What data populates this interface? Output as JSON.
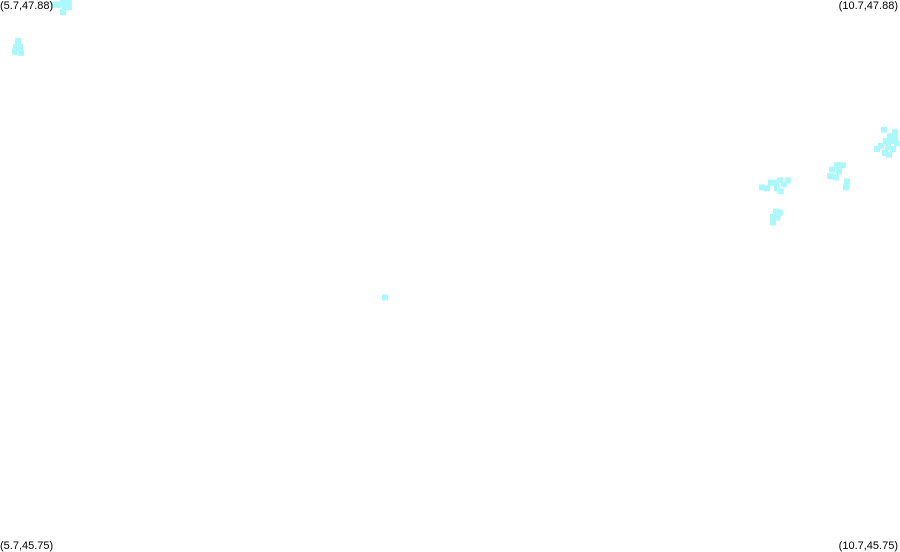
{
  "map": {
    "marker_color": "#aaf8fc",
    "corners": {
      "top_left": "(5.7,47.88)",
      "top_right": "(10.7,47.88)",
      "bottom_left": "(5.7,45.75)",
      "bottom_right": "(10.7,45.75)"
    },
    "bounds": {
      "lon_min": 5.7,
      "lon_max": 10.7,
      "lat_min": 45.75,
      "lat_max": 47.88
    },
    "points": [
      [
        6.028,
        47.862
      ],
      [
        6.061,
        47.875
      ],
      [
        6.083,
        47.875
      ],
      [
        6.028,
        47.862
      ],
      [
        6.061,
        47.852
      ],
      [
        6.083,
        47.852
      ],
      [
        6.05,
        47.871
      ],
      [
        6.0,
        47.862
      ],
      [
        6.05,
        47.833
      ],
      [
        5.8,
        47.722
      ],
      [
        5.789,
        47.699
      ],
      [
        5.811,
        47.699
      ],
      [
        5.783,
        47.68
      ],
      [
        5.817,
        47.676
      ],
      [
        10.611,
        47.379
      ],
      [
        10.672,
        47.37
      ],
      [
        10.644,
        47.355
      ],
      [
        10.672,
        47.347
      ],
      [
        10.622,
        47.336
      ],
      [
        10.65,
        47.336
      ],
      [
        10.683,
        47.327
      ],
      [
        10.594,
        47.317
      ],
      [
        10.633,
        47.313
      ],
      [
        10.661,
        47.305
      ],
      [
        10.572,
        47.305
      ],
      [
        10.616,
        47.29
      ],
      [
        10.64,
        47.283
      ],
      [
        10.35,
        47.242
      ],
      [
        10.383,
        47.242
      ],
      [
        10.322,
        47.226
      ],
      [
        10.361,
        47.219
      ],
      [
        10.311,
        47.2
      ],
      [
        10.344,
        47.196
      ],
      [
        10.406,
        47.18
      ],
      [
        10.4,
        47.157
      ],
      [
        10.033,
        47.184
      ],
      [
        10.077,
        47.184
      ],
      [
        9.983,
        47.175
      ],
      [
        10.011,
        47.175
      ],
      [
        10.055,
        47.168
      ],
      [
        10.016,
        47.153
      ],
      [
        9.933,
        47.157
      ],
      [
        9.961,
        47.153
      ],
      [
        10.038,
        47.142
      ],
      [
        10.011,
        47.063
      ],
      [
        9.994,
        47.044
      ],
      [
        10.033,
        47.059
      ],
      [
        10.016,
        47.04
      ],
      [
        9.994,
        47.021
      ],
      [
        7.839,
        46.732
      ]
    ]
  }
}
